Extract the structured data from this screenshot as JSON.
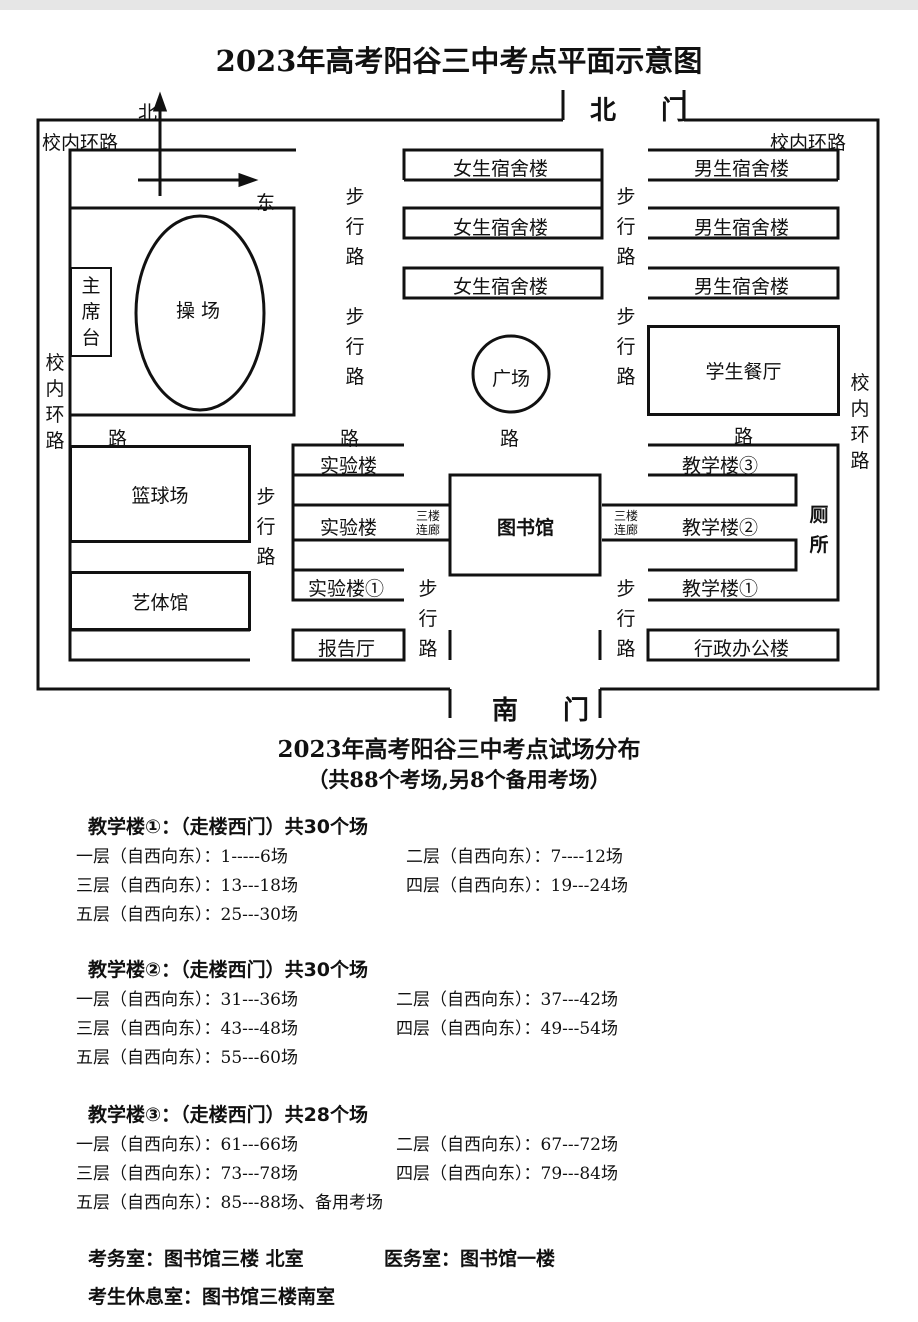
{
  "map_title": "2023年高考阳谷三中考点平面示意图",
  "gates": {
    "north": "北 门",
    "south": "南 门"
  },
  "compass": {
    "north": "北",
    "east": "东"
  },
  "roads": {
    "ring_top_left": "校内环路",
    "ring_top_right": "校内环路",
    "ring_left": "校内环路",
    "ring_right": "校内环路",
    "walk_1": "步行路",
    "walk_2": "步行路",
    "walk_3": "步行路",
    "walk_4": "步行路",
    "walk_5": "步行路",
    "walk_6": "步行路",
    "walk_7": "步行路",
    "lu_1": "路",
    "lu_2": "路",
    "lu_3": "路",
    "lu_4": "路"
  },
  "buildings": {
    "girls_dorm_1": "女生宿舍楼",
    "girls_dorm_2": "女生宿舍楼",
    "girls_dorm_3": "女生宿舍楼",
    "boys_dorm_1": "男生宿舍楼",
    "boys_dorm_2": "男生宿舍楼",
    "boys_dorm_3": "男生宿舍楼",
    "dining": "学生餐厅",
    "playground": "操 场",
    "rostrum": "主席台",
    "square": "广场",
    "basketball": "篮球场",
    "art_gym": "艺体馆",
    "lab_1": "实验楼",
    "lab_2": "实验楼",
    "lab_3": "实验楼①",
    "report_hall": "报告厅",
    "library": "图书馆",
    "corridor_left": "三楼连廊",
    "corridor_right": "三楼连廊",
    "teach_3": "教学楼③",
    "teach_2": "教学楼②",
    "teach_1": "教学楼①",
    "toilet": "厕所",
    "admin": "行政办公楼"
  },
  "dist_title": "2023年高考阳谷三中考点试场分布",
  "dist_subtitle": "（共88个考场,另8个备用考场）",
  "sections": [
    {
      "title": "教学楼①：（走楼西门）共30个场",
      "rows": [
        [
          "一层（自西向东）：1-----6场",
          "二层（自西向东）：7----12场"
        ],
        [
          "三层（自西向东）：13---18场",
          "四层（自西向东）：19---24场"
        ],
        [
          "五层（自西向东）：25---30场",
          ""
        ]
      ]
    },
    {
      "title": "教学楼②：（走楼西门）共30个场",
      "rows": [
        [
          "一层（自西向东）：31---36场",
          "二层（自西向东）：37---42场"
        ],
        [
          "三层（自西向东）：43---48场",
          "四层（自西向东）：49---54场"
        ],
        [
          "五层（自西向东）：55---60场",
          ""
        ]
      ]
    },
    {
      "title": "教学楼③：（走楼西门）共28个场",
      "rows": [
        [
          "一层（自西向东）：61---66场",
          "二层（自西向东）：67---72场"
        ],
        [
          "三层（自西向东）：73---78场",
          "四层（自西向东）：79---84场"
        ],
        [
          "五层（自西向东）：85---88场、备用考场",
          ""
        ]
      ]
    }
  ],
  "footer": {
    "exam_office": "考务室：图书馆三楼 北室",
    "medical": "医务室：图书馆一楼",
    "rest_room": "考生休息室：图书馆三楼南室"
  }
}
